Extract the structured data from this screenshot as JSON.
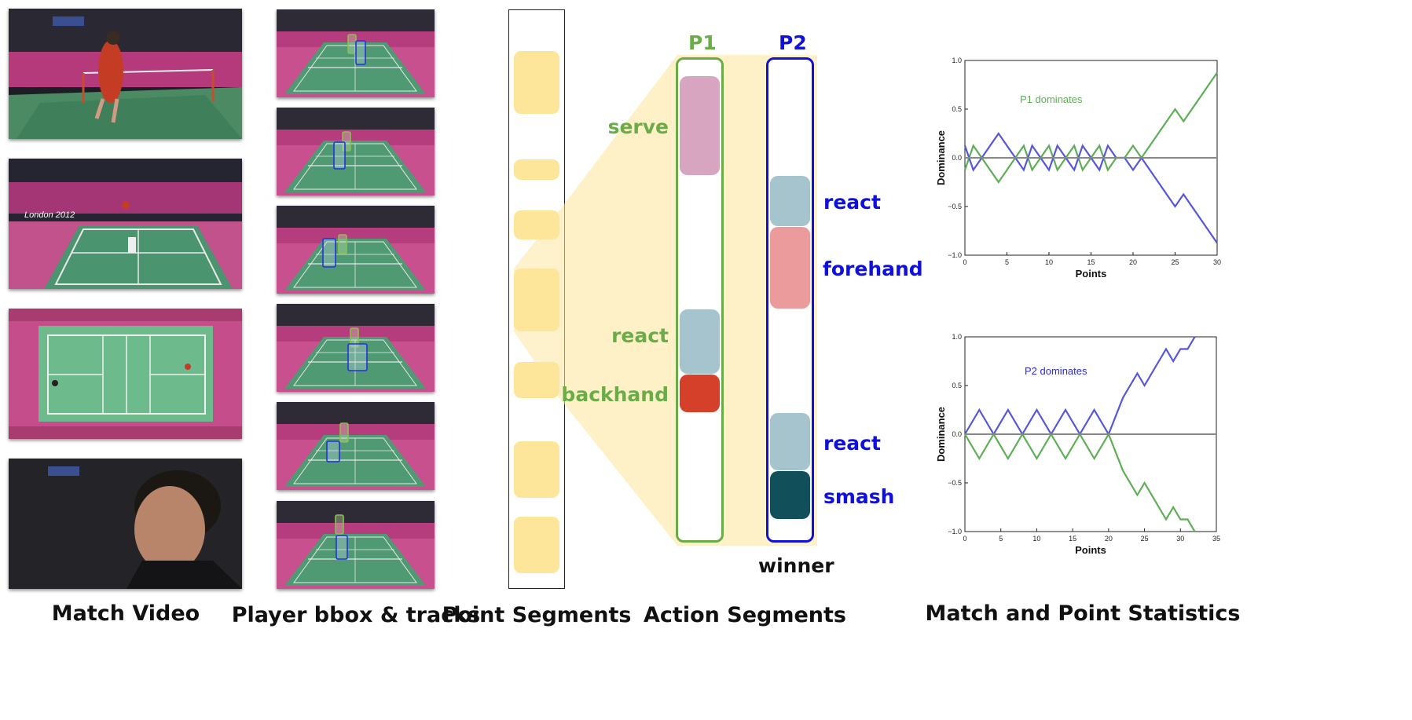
{
  "captions": {
    "match_video": "Match Video",
    "player_tracks": "Player bbox & tracks",
    "point_segments": "Point Segments",
    "action_segments": "Action Segments",
    "statistics": "Match and Point Statistics"
  },
  "video_frames": {
    "overlay_text": "London 2012",
    "frames": [
      "rear-court-jump",
      "side-view-rally",
      "overhead-court",
      "player-closeup"
    ]
  },
  "track_frames": {
    "count": 6,
    "box_colors": {
      "p1": "#8cc04a",
      "p2": "#2233dd"
    }
  },
  "point_segments": {
    "count": 7,
    "color": "#fde69a"
  },
  "action_segments": {
    "p1_header": "P1",
    "p2_header": "P2",
    "p1_color": "#6aac46",
    "p2_color": "#1010dd",
    "p1_labels": [
      "serve",
      "react",
      "backhand"
    ],
    "p1_segment_colors": [
      "#d7a5c0",
      "#a5c4cd",
      "#d4402a"
    ],
    "p2_labels": [
      "react",
      "forehand",
      "react",
      "smash"
    ],
    "p2_segment_colors": [
      "#a5c4cd",
      "#eb9b9c",
      "#a5c4cd",
      "#11505a"
    ],
    "result": "winner"
  },
  "chart_data": [
    {
      "type": "line",
      "annotation": "P1 dominates",
      "xlabel": "Points",
      "ylabel": "Dominance",
      "xlim": [
        0,
        30
      ],
      "ylim": [
        -1.0,
        1.0
      ],
      "xticks": [
        "0",
        "5",
        "10",
        "15",
        "20",
        "25",
        "30"
      ],
      "yticks": [
        "1.0",
        "0.5",
        "0.0",
        "−0.5",
        "−1.0"
      ],
      "series": [
        {
          "color": "#5caf55",
          "x": [
            0,
            1,
            2,
            3,
            4,
            5,
            6,
            7,
            8,
            9,
            10,
            11,
            12,
            13,
            14,
            15,
            16,
            17,
            18,
            19,
            20,
            21,
            22,
            23,
            24,
            25,
            26,
            27,
            28,
            29,
            30
          ],
          "y": [
            -0.125,
            0.125,
            0,
            -0.125,
            -0.25,
            -0.125,
            0,
            0.125,
            -0.125,
            0,
            0.125,
            -0.125,
            0,
            0.125,
            -0.125,
            0,
            0.125,
            -0.125,
            0,
            0,
            0.125,
            0,
            0.125,
            0.25,
            0.375,
            0.5,
            0.375,
            0.5,
            0.625,
            0.75,
            0.875
          ]
        },
        {
          "color": "#5555dd",
          "x": [
            0,
            1,
            2,
            3,
            4,
            5,
            6,
            7,
            8,
            9,
            10,
            11,
            12,
            13,
            14,
            15,
            16,
            17,
            18,
            19,
            20,
            21,
            22,
            23,
            24,
            25,
            26,
            27,
            28,
            29,
            30
          ],
          "y": [
            0.125,
            -0.125,
            0,
            0.125,
            0.25,
            0.125,
            0,
            -0.125,
            0.125,
            0,
            -0.125,
            0.125,
            0,
            -0.125,
            0.125,
            0,
            -0.125,
            0.125,
            0,
            0,
            -0.125,
            0,
            -0.125,
            -0.25,
            -0.375,
            -0.5,
            -0.375,
            -0.5,
            -0.625,
            -0.75,
            -0.875
          ]
        },
        {
          "color": "#888888",
          "x": [
            0,
            30
          ],
          "y": [
            0,
            0
          ]
        }
      ]
    },
    {
      "type": "line",
      "annotation": "P2 dominates",
      "xlabel": "Points",
      "ylabel": "Dominance",
      "xlim": [
        0,
        35
      ],
      "ylim": [
        -1.0,
        1.0
      ],
      "xticks": [
        "0",
        "5",
        "10",
        "15",
        "20",
        "25",
        "30",
        "35"
      ],
      "yticks": [
        "1.0",
        "0.5",
        "0.0",
        "−0.5",
        "−1.0"
      ],
      "series": [
        {
          "color": "#5555dd",
          "x": [
            0,
            2,
            4,
            6,
            8,
            10,
            12,
            14,
            16,
            18,
            20,
            22,
            23,
            24,
            25,
            26,
            27,
            28,
            29,
            30,
            31,
            32
          ],
          "y": [
            0,
            0.25,
            0,
            0.25,
            0,
            0.25,
            0,
            0.25,
            0,
            0.25,
            0,
            0.375,
            0.5,
            0.625,
            0.5,
            0.625,
            0.75,
            0.875,
            0.75,
            0.875,
            0.875,
            1.0
          ]
        },
        {
          "color": "#5caf55",
          "x": [
            0,
            2,
            4,
            6,
            8,
            10,
            12,
            14,
            16,
            18,
            20,
            22,
            23,
            24,
            25,
            26,
            27,
            28,
            29,
            30,
            31,
            32
          ],
          "y": [
            0,
            -0.25,
            0,
            -0.25,
            0,
            -0.25,
            0,
            -0.25,
            0,
            -0.25,
            0,
            -0.375,
            -0.5,
            -0.625,
            -0.5,
            -0.625,
            -0.75,
            -0.875,
            -0.75,
            -0.875,
            -0.875,
            -1.0
          ]
        },
        {
          "color": "#888888",
          "x": [
            0,
            35
          ],
          "y": [
            0,
            0
          ]
        }
      ]
    }
  ]
}
